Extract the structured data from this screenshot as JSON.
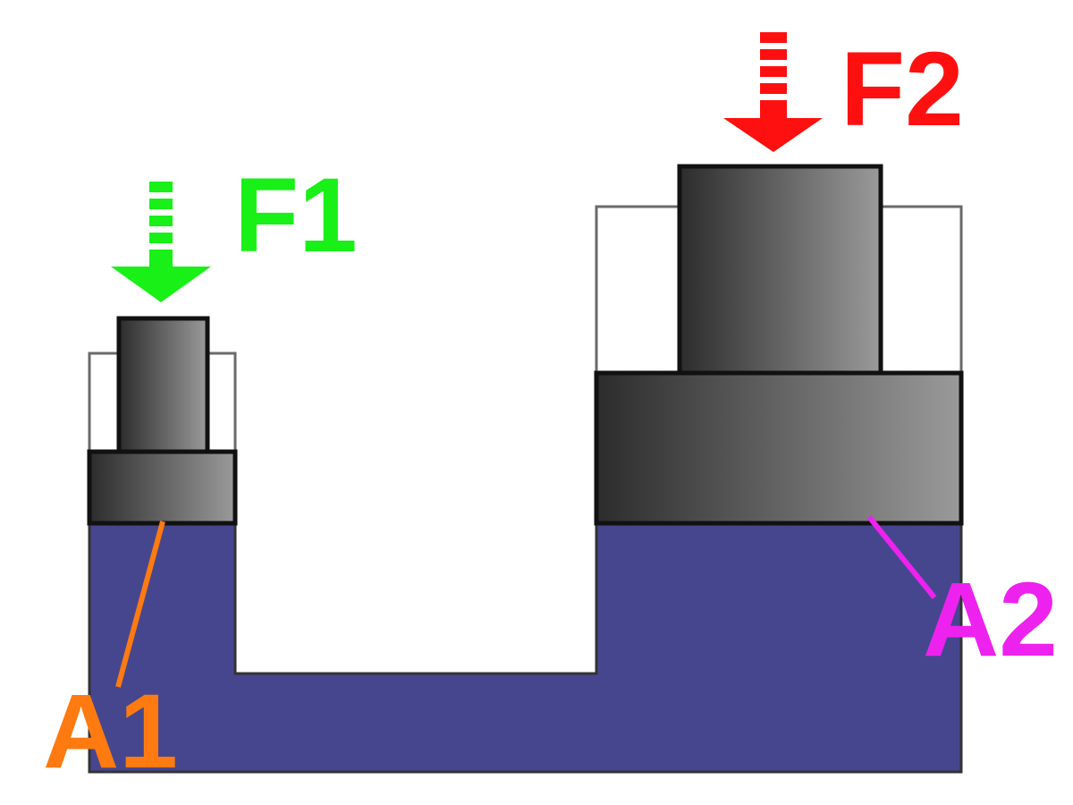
{
  "labels": {
    "f1": "F1",
    "f2": "F2",
    "a1": "A1",
    "a2": "A2"
  },
  "colors": {
    "fluid": "#46468f",
    "outline": "#111111",
    "f1": "#18f018",
    "f2": "#ff1010",
    "a1": "#ff7a10",
    "a2": "#ee22ee"
  }
}
